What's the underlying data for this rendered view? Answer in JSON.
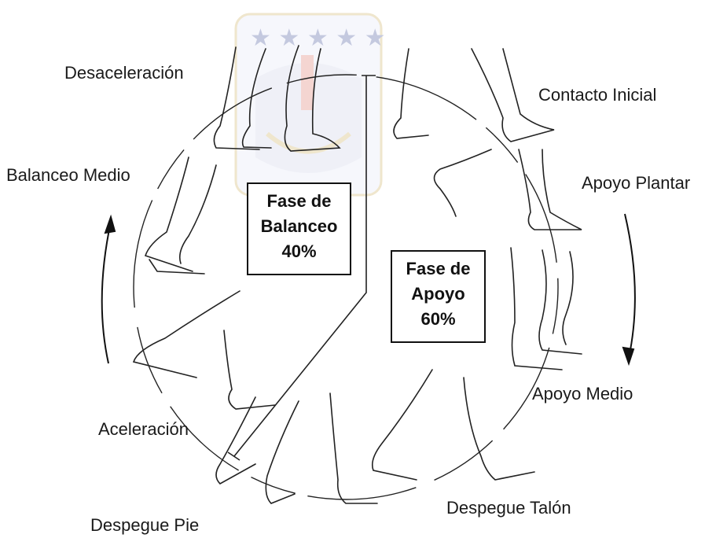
{
  "labels": {
    "desaceleracion": "Desaceleración",
    "contacto_inicial": "Contacto Inicial",
    "balanceo_medio": "Balanceo Medio",
    "apoyo_plantar": "Apoyo Plantar",
    "aceleracion": "Aceleración",
    "apoyo_medio": "Apoyo Medio",
    "despegue_talon": "Despegue Talón",
    "despegue_pie": "Despegue Pie"
  },
  "swing_box": {
    "line1": "Fase de",
    "line2": "Balanceo",
    "line3": "40%"
  },
  "stance_box": {
    "line1": "Fase de",
    "line2": "Apoyo",
    "line3": "60%"
  },
  "colors": {
    "ink": "#1a1a1a",
    "watermark_blue": "#2f3f8f",
    "watermark_gold": "#d8b463"
  },
  "icons": {
    "watermark": "university-crest-watermark",
    "arrow_left": "arrow-up-icon",
    "arrow_right": "arrow-down-icon"
  }
}
